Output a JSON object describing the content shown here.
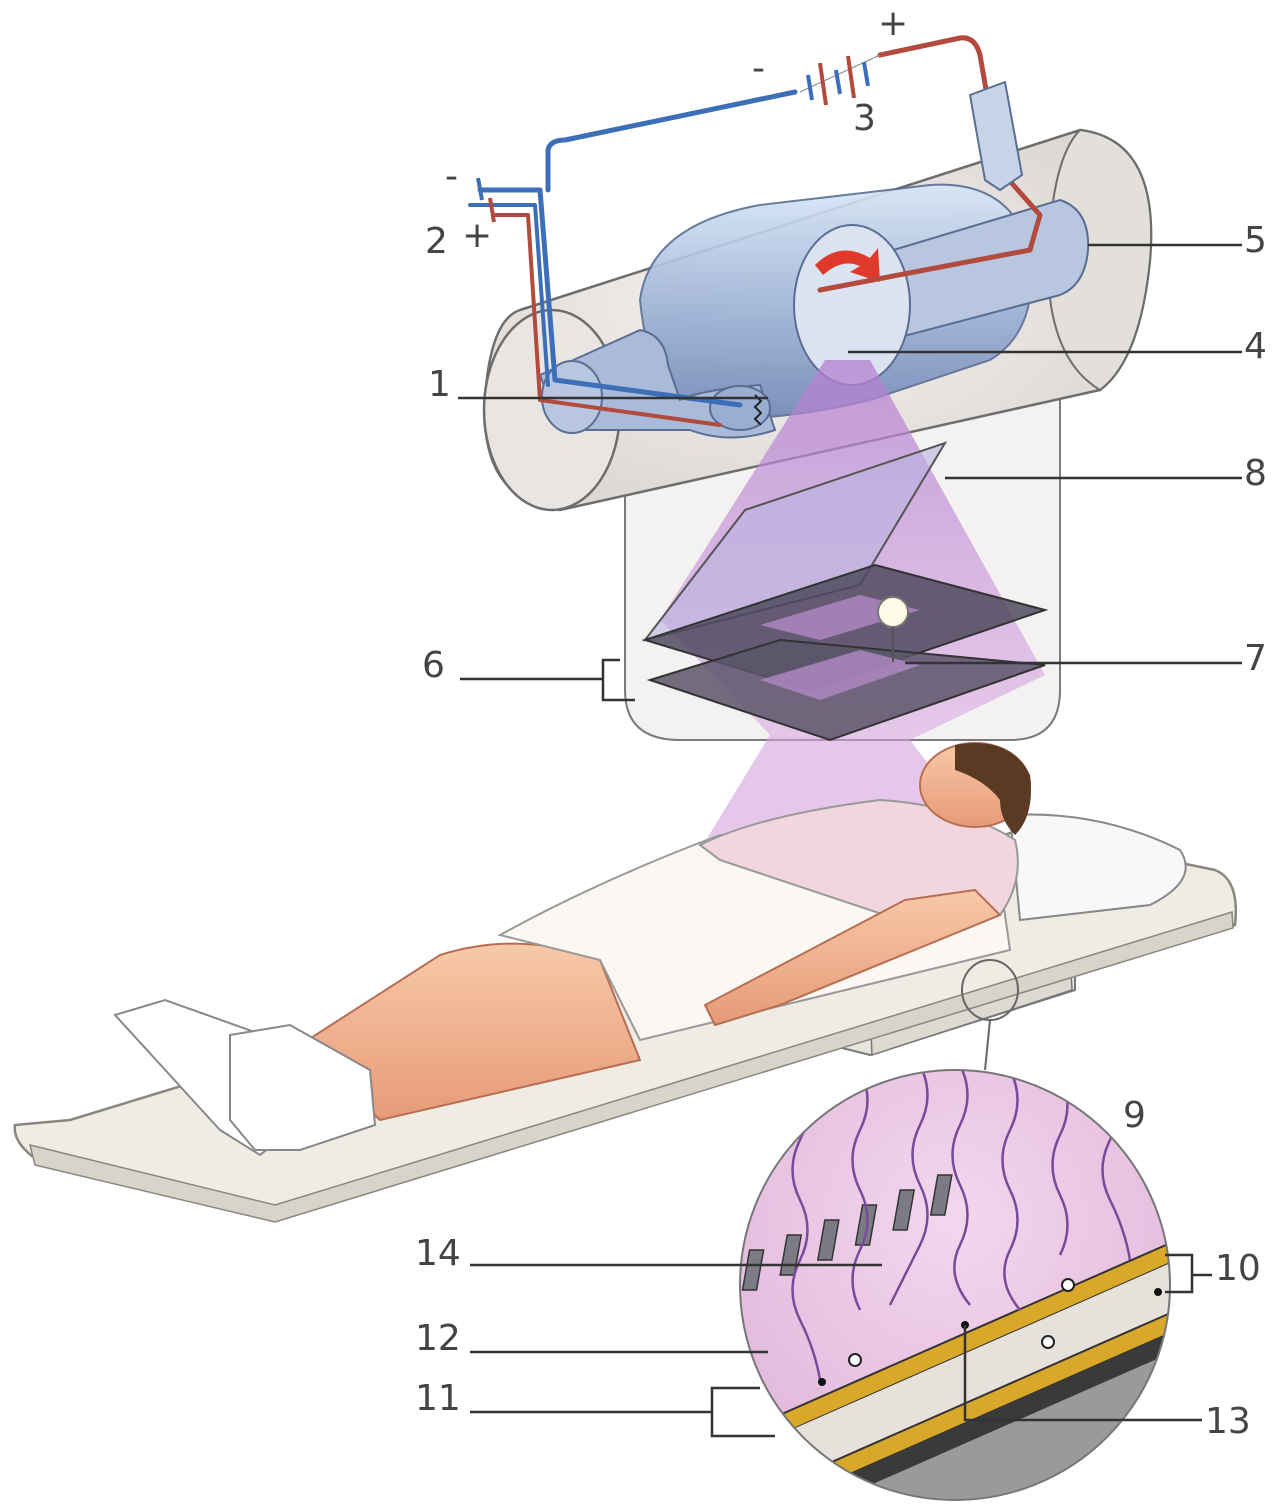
{
  "labels": {
    "l1": "1",
    "l2": "2",
    "l3": "3",
    "l4": "4",
    "l5": "5",
    "l6": "6",
    "l7": "7",
    "l8": "8",
    "l9": "9",
    "l10": "10",
    "l11": "11",
    "l12": "12",
    "l13": "13",
    "l14": "14"
  },
  "battery_signs": {
    "b2_minus": "-",
    "b2_plus": "+",
    "b3_minus": "-",
    "b3_plus": "+"
  },
  "colors": {
    "wire_positive": "#b24a3e",
    "wire_negative": "#3d6fb8",
    "xray_beam": "#c88fd6",
    "detector_strip": "#d9a82a",
    "label_text": "#444444"
  }
}
